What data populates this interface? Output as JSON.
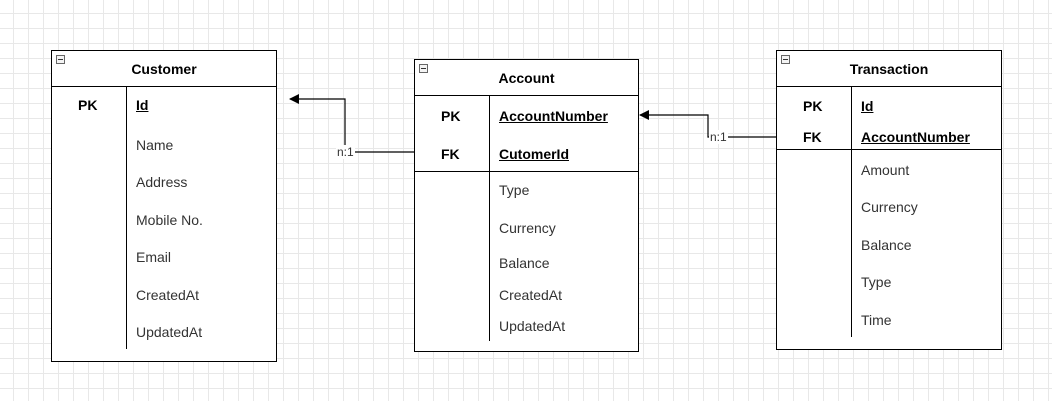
{
  "entities": {
    "customer": {
      "title": "Customer",
      "keys": [
        "PK"
      ],
      "key_fields": [
        "Id"
      ],
      "fields": [
        "Name",
        "Address",
        "Mobile No.",
        "Email",
        "CreatedAt",
        "UpdatedAt"
      ]
    },
    "account": {
      "title": "Account",
      "keys": [
        "PK",
        "FK"
      ],
      "key_fields": [
        "AccountNumber",
        "CutomerId"
      ],
      "fields": [
        "Type",
        "Currency",
        "Balance",
        "CreatedAt",
        "UpdatedAt"
      ]
    },
    "transaction": {
      "title": "Transaction",
      "keys": [
        "PK",
        "FK"
      ],
      "key_fields": [
        "Id",
        "AccountNumber"
      ],
      "fields": [
        "Amount",
        "Currency",
        "Balance",
        "Type",
        "Time"
      ]
    }
  },
  "relations": [
    {
      "label": "n:1",
      "from": "Account",
      "to": "Customer"
    },
    {
      "label": "n:1",
      "from": "Transaction",
      "to": "Account"
    }
  ]
}
